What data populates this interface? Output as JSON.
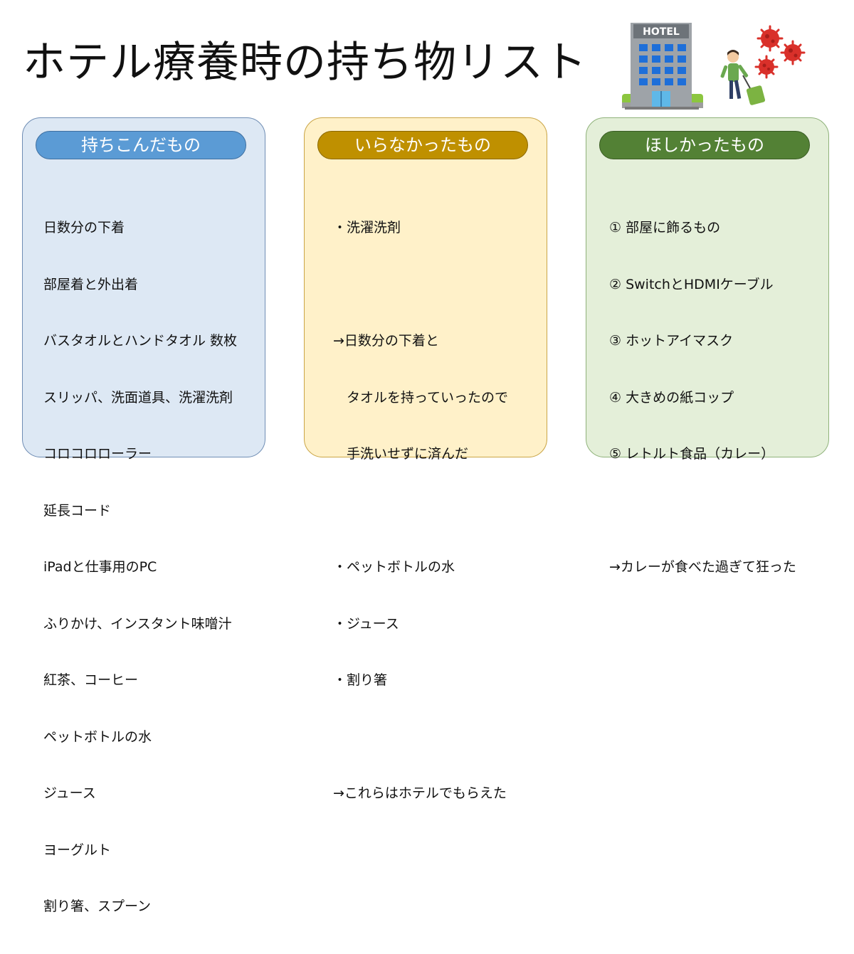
{
  "slide": {
    "title": "ホテル療養時の持ち物リスト"
  },
  "illustration": {
    "hotel_sign": "HOTEL"
  },
  "panels": [
    {
      "heading": "持ちこんだもの",
      "items": [
        "日数分の下着",
        "部屋着と外出着",
        "バスタオルとハンドタオル 数枚",
        "スリッパ、洗面道具、洗濯洗剤",
        "コロコロローラー",
        "延長コード",
        "iPadと仕事用のPC",
        "ふりかけ、インスタント味噌汁",
        "紅茶、コーヒー",
        "ペットボトルの水",
        "ジュース",
        "ヨーグルト",
        "割り箸、スプーン"
      ]
    },
    {
      "heading": "いらなかったもの",
      "items": [
        "・洗濯洗剤",
        "",
        "→日数分の下着と",
        "　タオルを持っていったので",
        "　手洗いせずに済んだ",
        "",
        "・ペットボトルの水",
        "・ジュース",
        "・割り箸",
        "",
        "→これらはホテルでもらえた"
      ]
    },
    {
      "heading": "ほしかったもの",
      "items": [
        "① 部屋に飾るもの",
        "② SwitchとHDMIケーブル",
        "③ ホットアイマスク",
        "④ 大きめの紙コップ",
        "⑤ レトルト食品（カレー）",
        "",
        "→カレーが食べた過ぎて狂った"
      ]
    }
  ],
  "colors": {
    "panel1_fill": "#dde8f4",
    "panel2_fill": "#fff1c9",
    "panel3_fill": "#e4efd9",
    "pill1": "#5b9bd5",
    "pill2": "#bf9000",
    "pill3": "#538135",
    "virus": "#d9302a"
  }
}
